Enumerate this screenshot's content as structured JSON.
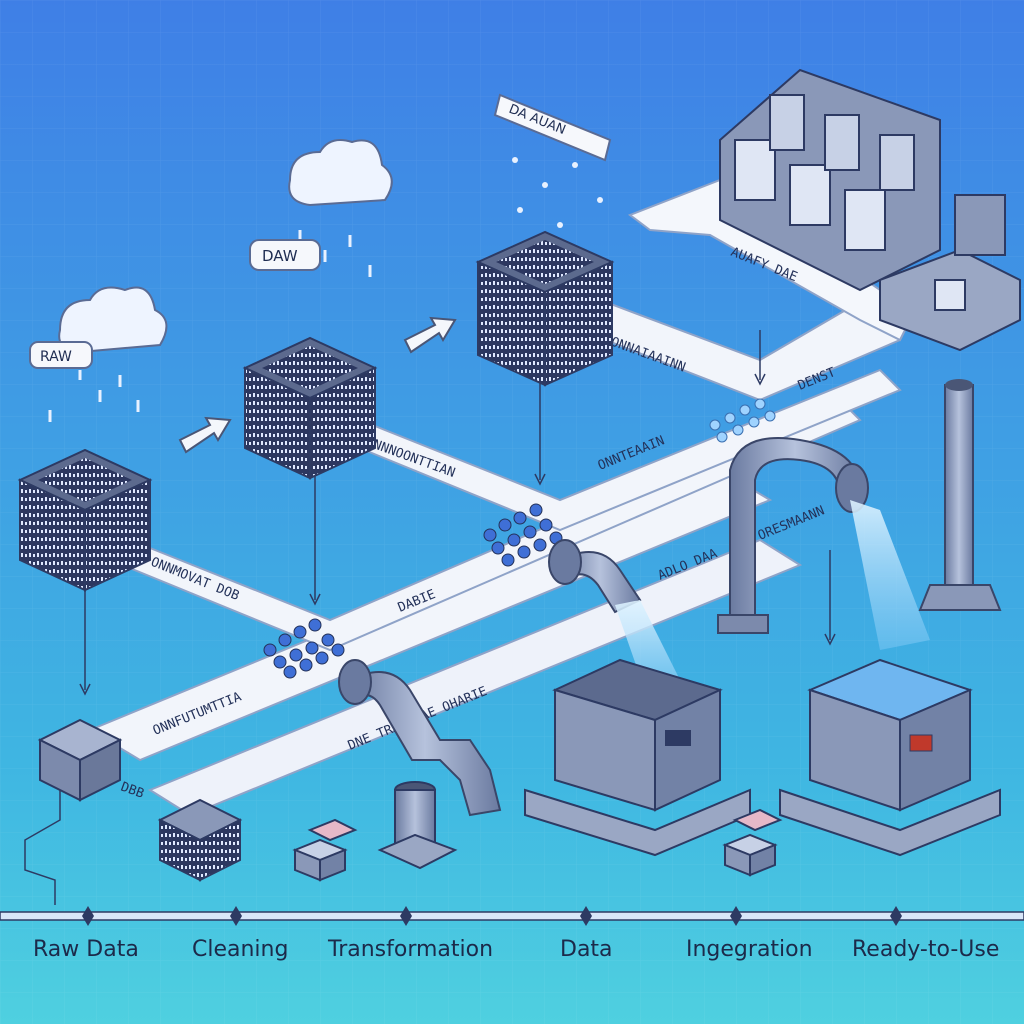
{
  "colors": {
    "sky_top": "#3f7fe6",
    "sky_bottom": "#3ec6d6",
    "belt": "#f2f5fb",
    "belt_edge": "#8fa3c8",
    "machine": "#8a98b8",
    "machine_dark": "#4a5676",
    "water": "#bfe3ff"
  },
  "signs": {
    "raw_left": "RAW",
    "raw_mid": "DAW",
    "top_sign": "DA AUAN",
    "readiness": "AUAFY DAE",
    "density": "DENST"
  },
  "belt_labels": {
    "l1": "ONNMOVAT DOB",
    "l2": "ONNNOONTTIAN",
    "l3": "ONNAIAAINN",
    "l4": "ONNTEAAIN",
    "l5": "ONNFUTUMTTIA",
    "l6": "DABIE",
    "l7": "DNE TRANSAAE OHARIE",
    "l8": "ADLO DAA",
    "l9": "DBB",
    "l10": "ORESMAANN"
  },
  "timeline": {
    "stages": [
      "Raw Data",
      "Cleaning",
      "Transformation",
      "Data",
      "Ingegration",
      "Ready-to-Use"
    ]
  }
}
